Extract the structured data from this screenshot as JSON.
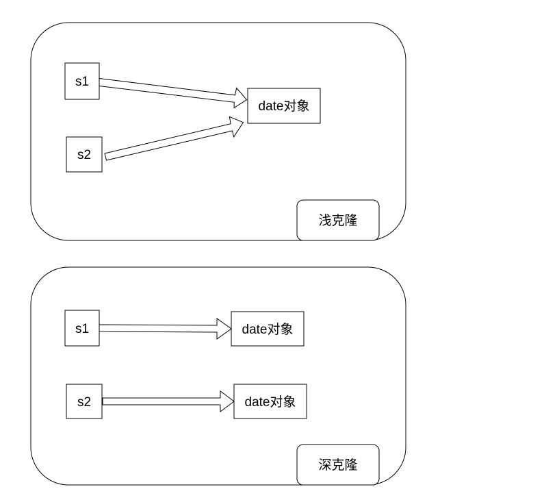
{
  "panels": [
    {
      "id": "shallow",
      "label": "浅克隆",
      "s1_label": "s1",
      "s2_label": "s2",
      "objects": [
        "date对象"
      ]
    },
    {
      "id": "deep",
      "label": "深克隆",
      "s1_label": "s1",
      "s2_label": "s2",
      "objects": [
        "date对象",
        "date对象"
      ]
    }
  ],
  "colors": {
    "stroke": "#000000",
    "fill": "#ffffff",
    "text": "#000000"
  }
}
